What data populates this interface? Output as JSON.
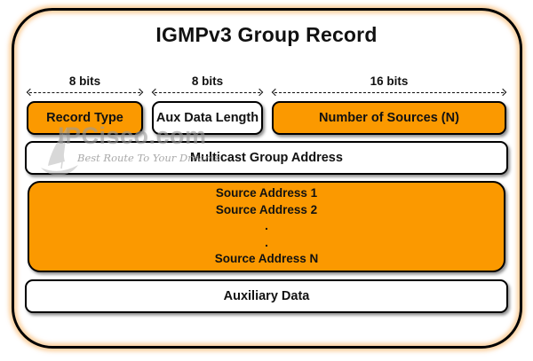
{
  "title": "IGMPv3 Group Record",
  "colors": {
    "field_orange": "#FB9900",
    "frame_glow": "rgba(247,169,79,0.55)",
    "outline": "#000000",
    "watermark_gray": "#9B9B9B"
  },
  "bit_spans": [
    {
      "label": "8 bits"
    },
    {
      "label": "8 bits"
    },
    {
      "label": "16 bits"
    }
  ],
  "rows": {
    "header_fields": [
      {
        "label": "Record Type"
      },
      {
        "label": "Aux Data Length"
      },
      {
        "label": "Number of Sources (N)"
      }
    ],
    "multicast": {
      "label": "Multicast Group Address"
    },
    "sources": {
      "lines": [
        "Source Address 1",
        "Source Address 2",
        ".",
        ".",
        "Source Address N"
      ]
    },
    "auxiliary": {
      "label": "Auxiliary Data"
    }
  },
  "watermark": {
    "brand": "IPCisco.com",
    "slogan": "Best Route To Your Dreams",
    "logo": "sailboat-icon"
  }
}
